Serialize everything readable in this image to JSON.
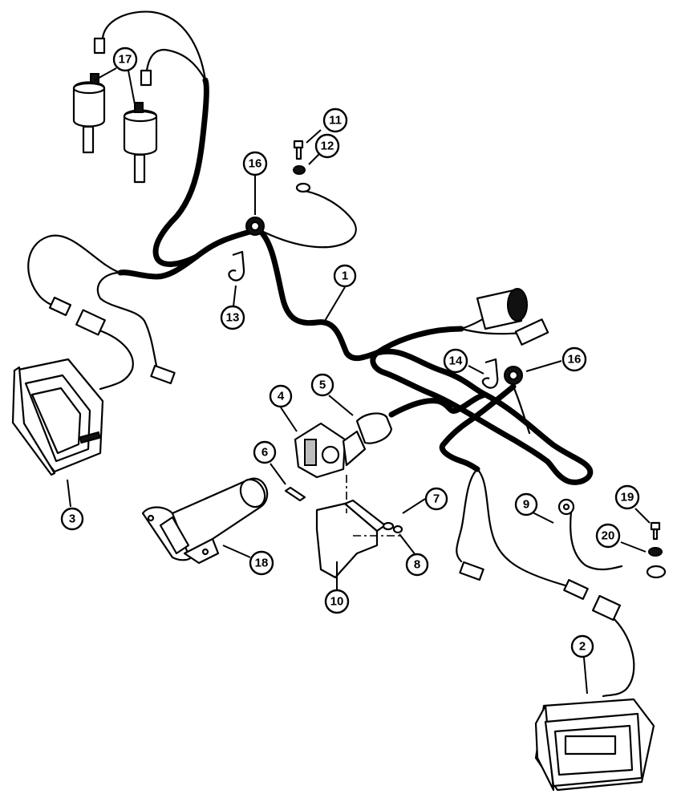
{
  "callouts": [
    {
      "id": "c1",
      "label": "1"
    },
    {
      "id": "c2",
      "label": "2"
    },
    {
      "id": "c3",
      "label": "3"
    },
    {
      "id": "c4",
      "label": "4"
    },
    {
      "id": "c5",
      "label": "5"
    },
    {
      "id": "c6",
      "label": "6"
    },
    {
      "id": "c7",
      "label": "7"
    },
    {
      "id": "c8",
      "label": "8"
    },
    {
      "id": "c9",
      "label": "9"
    },
    {
      "id": "c10",
      "label": "10"
    },
    {
      "id": "c11",
      "label": "11"
    },
    {
      "id": "c12",
      "label": "12"
    },
    {
      "id": "c13",
      "label": "13"
    },
    {
      "id": "c14",
      "label": "14"
    },
    {
      "id": "c16a",
      "label": "16"
    },
    {
      "id": "c16b",
      "label": "16"
    },
    {
      "id": "c17",
      "label": "17"
    },
    {
      "id": "c18",
      "label": "18"
    },
    {
      "id": "c19",
      "label": "19"
    },
    {
      "id": "c20",
      "label": "20"
    }
  ]
}
